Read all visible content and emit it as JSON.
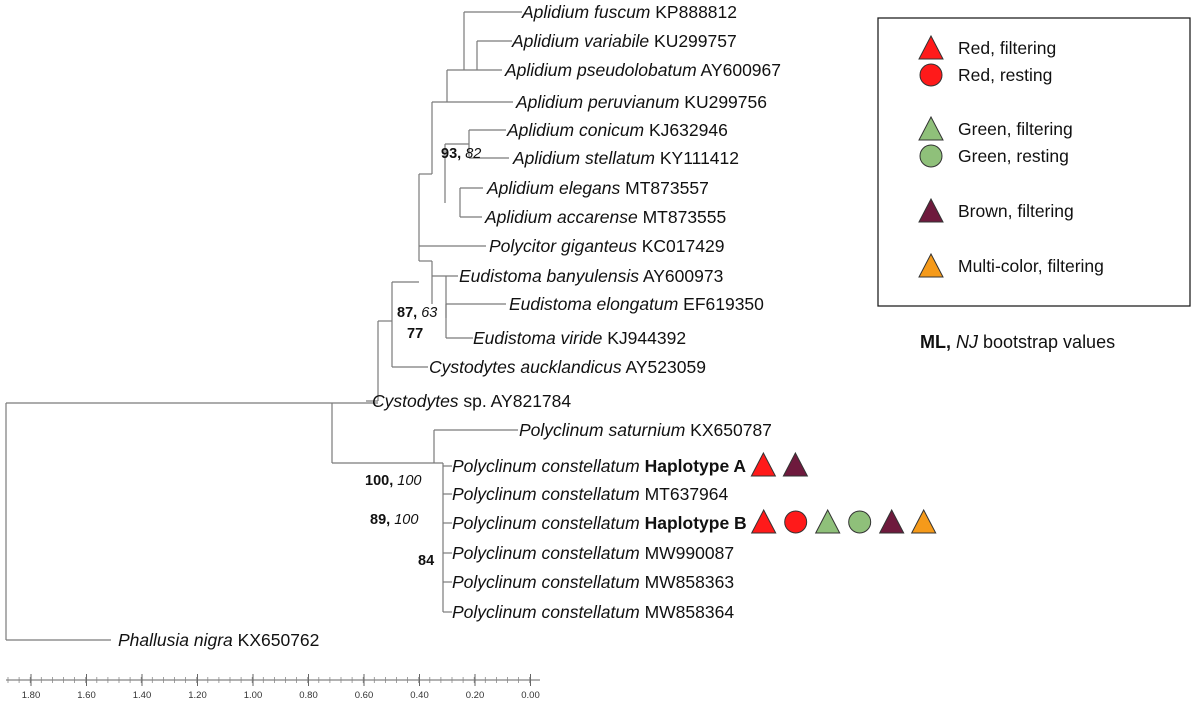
{
  "tree": {
    "taxa": [
      {
        "genus_species": "Aplidium fuscum",
        "suffix": "",
        "accession": "KP888812",
        "bold": ""
      },
      {
        "genus_species": "Aplidium variabile",
        "suffix": "",
        "accession": "KU299757",
        "bold": ""
      },
      {
        "genus_species": "Aplidium pseudolobatum",
        "suffix": "",
        "accession": "AY600967",
        "bold": ""
      },
      {
        "genus_species": "Aplidium peruvianum",
        "suffix": "",
        "accession": "KU299756",
        "bold": ""
      },
      {
        "genus_species": "Aplidium conicum",
        "suffix": "",
        "accession": "KJ632946",
        "bold": ""
      },
      {
        "genus_species": "Aplidium stellatum",
        "suffix": "",
        "accession": "KY111412",
        "bold": ""
      },
      {
        "genus_species": "Aplidium elegans",
        "suffix": "",
        "accession": "MT873557",
        "bold": ""
      },
      {
        "genus_species": "Aplidium accarense",
        "suffix": "",
        "accession": "MT873555",
        "bold": ""
      },
      {
        "genus_species": "Polycitor giganteus",
        "suffix": "",
        "accession": "KC017429",
        "bold": ""
      },
      {
        "genus_species": "Eudistoma banyulensis",
        "suffix": "",
        "accession": "AY600973",
        "bold": ""
      },
      {
        "genus_species": "Eudistoma elongatum",
        "suffix": "",
        "accession": "EF619350",
        "bold": ""
      },
      {
        "genus_species": "Eudistoma viride",
        "suffix": "",
        "accession": "KJ944392",
        "bold": ""
      },
      {
        "genus_species": "Cystodytes aucklandicus",
        "suffix": "",
        "accession": "AY523059",
        "bold": ""
      },
      {
        "genus_species": "Cystodytes",
        "suffix": "sp.",
        "accession": "AY821784",
        "bold": ""
      },
      {
        "genus_species": "Polyclinum saturnium",
        "suffix": "",
        "accession": "KX650787",
        "bold": ""
      },
      {
        "genus_species": "Polyclinum constellatum",
        "suffix": "",
        "accession": "",
        "bold": "Haplotype A"
      },
      {
        "genus_species": "Polyclinum constellatum",
        "suffix": "",
        "accession": "MT637964",
        "bold": ""
      },
      {
        "genus_species": "Polyclinum constellatum",
        "suffix": "",
        "accession": "",
        "bold": "Haplotype B"
      },
      {
        "genus_species": "Polyclinum constellatum",
        "suffix": "",
        "accession": "MW990087",
        "bold": ""
      },
      {
        "genus_species": "Polyclinum constellatum",
        "suffix": "",
        "accession": "MW858363",
        "bold": ""
      },
      {
        "genus_species": "Polyclinum constellatum",
        "suffix": "",
        "accession": "MW858364",
        "bold": ""
      },
      {
        "genus_species": "Phallusia nigra",
        "suffix": "",
        "accession": "KX650762",
        "bold": ""
      }
    ],
    "bootstrap": [
      {
        "ml": "93,",
        "nj": "82"
      },
      {
        "ml": "87,",
        "nj": "63"
      },
      {
        "ml": "77",
        "nj": ""
      },
      {
        "ml": "100,",
        "nj": "100"
      },
      {
        "ml": "89,",
        "nj": "100"
      },
      {
        "ml": "84",
        "nj": ""
      }
    ],
    "haplotype_a_markers": [
      "red-triangle",
      "brown-triangle"
    ],
    "haplotype_b_markers": [
      "red-triangle",
      "red-circle",
      "green-triangle",
      "green-circle",
      "brown-triangle",
      "orange-triangle"
    ]
  },
  "legend": {
    "items": [
      {
        "shape": "triangle",
        "color": "#ff1a1a",
        "label": "Red, filtering"
      },
      {
        "shape": "circle",
        "color": "#ff1a1a",
        "label": "Red, resting"
      },
      {
        "shape": "triangle",
        "color": "#8fc07a",
        "label": "Green, filtering"
      },
      {
        "shape": "circle",
        "color": "#8fc07a",
        "label": "Green, resting"
      },
      {
        "shape": "triangle",
        "color": "#6e1a3d",
        "label": "Brown, filtering"
      },
      {
        "shape": "triangle",
        "color": "#f59a1a",
        "label": "Multi-color, filtering"
      }
    ]
  },
  "note": {
    "ml": "ML,",
    "nj": "NJ",
    "rest": " bootstrap values"
  },
  "scale": {
    "ticks": [
      "1.80",
      "1.60",
      "1.40",
      "1.20",
      "1.00",
      "0.80",
      "0.60",
      "0.40",
      "0.20",
      "0.00"
    ]
  },
  "colors": {
    "red": "#ff1a1a",
    "green": "#8fc07a",
    "brown": "#6e1a3d",
    "orange": "#f59a1a",
    "branch": "#7a7a7a"
  }
}
